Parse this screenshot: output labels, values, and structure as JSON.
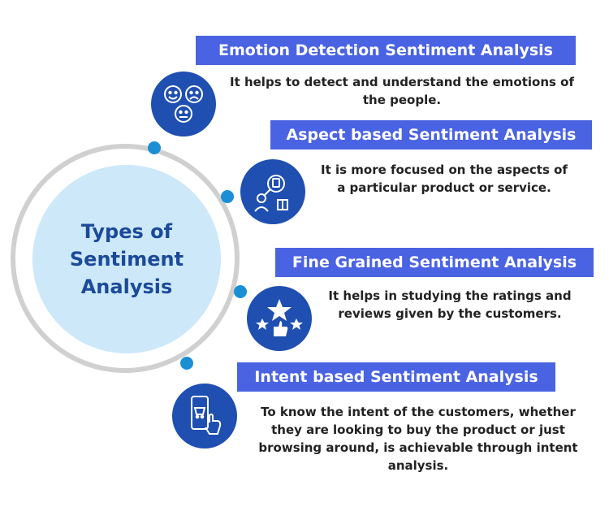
{
  "center": {
    "title": "Types of Sentiment Analysis"
  },
  "items": [
    {
      "title": "Emotion Detection Sentiment Analysis",
      "description": "It helps to detect and understand the emotions of the people.",
      "icon": "emotion-faces-icon"
    },
    {
      "title": "Aspect based Sentiment Analysis",
      "description": "It is more focused on the aspects of a particular product or service.",
      "icon": "magnifier-person-icon"
    },
    {
      "title": "Fine Grained Sentiment Analysis",
      "description": "It helps in studying the ratings and reviews given by the customers.",
      "icon": "stars-thumbs-up-icon"
    },
    {
      "title": "Intent based Sentiment Analysis",
      "description": "To know the intent of the customers, whether they are looking to buy the product or just browsing around, is achievable through intent analysis.",
      "icon": "phone-cart-tap-icon"
    }
  ],
  "colors": {
    "banner": "#4a63e2",
    "icon_bg": "#1f4fb0",
    "dot": "#1a8fd6",
    "core": "#cde8f8",
    "ring": "#d0d0d0",
    "core_text": "#1b4a9a"
  }
}
